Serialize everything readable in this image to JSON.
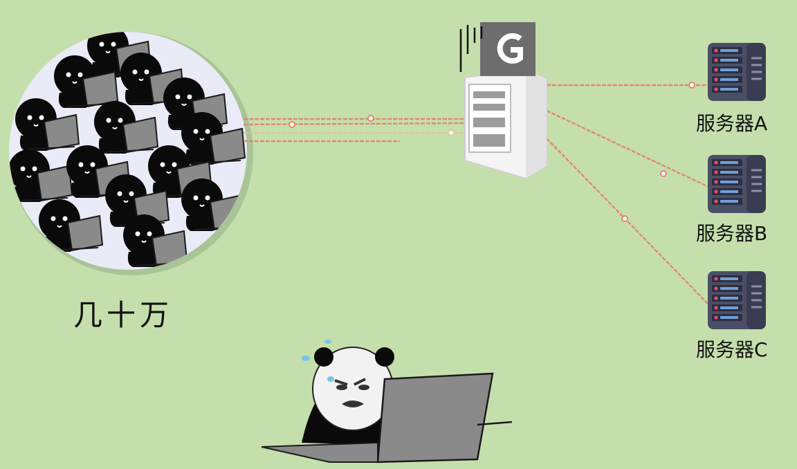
{
  "crowd": {
    "caption": "几十万"
  },
  "proxy": {
    "icon": "gateway-g-logo-icon"
  },
  "servers": [
    {
      "label": "服务器A"
    },
    {
      "label": "服务器B"
    },
    {
      "label": "服务器C"
    }
  ],
  "colors": {
    "background": "#c5dfac",
    "link": "#e2876f",
    "link_faded": "#dcc69a",
    "crowd_bg": "#e9ebf7",
    "server_body": "#4b4f66",
    "server_led": "#ea4a6a",
    "laptop": "#8a8a8a"
  }
}
